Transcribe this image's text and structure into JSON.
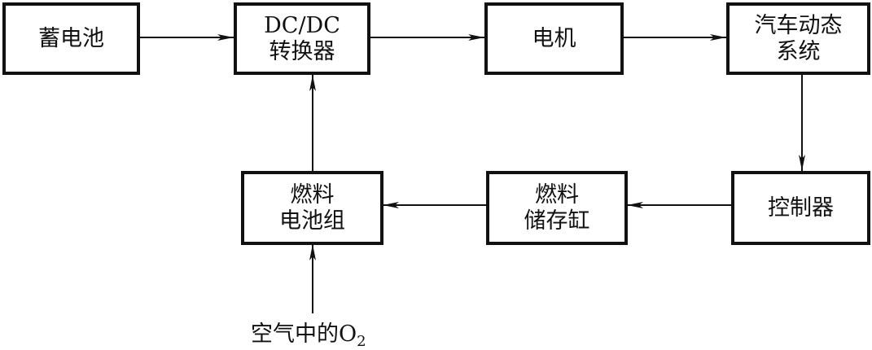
{
  "diagram": {
    "nodes": [
      {
        "id": "battery",
        "lines": [
          "蓄电池"
        ]
      },
      {
        "id": "dcdc",
        "lines": [
          "DC/DC",
          "转换器"
        ]
      },
      {
        "id": "motor",
        "lines": [
          "电机"
        ]
      },
      {
        "id": "vehicle",
        "lines": [
          "汽车动态",
          "系统"
        ]
      },
      {
        "id": "controller",
        "lines": [
          "控制器"
        ]
      },
      {
        "id": "fuel-tank",
        "lines": [
          "燃料",
          "储存缸"
        ]
      },
      {
        "id": "fuel-cell",
        "lines": [
          "燃料",
          "电池组"
        ]
      }
    ],
    "edges": [
      {
        "from": "battery",
        "to": "dcdc"
      },
      {
        "from": "dcdc",
        "to": "motor"
      },
      {
        "from": "motor",
        "to": "vehicle"
      },
      {
        "from": "vehicle",
        "to": "controller"
      },
      {
        "from": "controller",
        "to": "fuel-tank"
      },
      {
        "from": "fuel-tank",
        "to": "fuel-cell"
      },
      {
        "from": "fuel-cell",
        "to": "dcdc"
      },
      {
        "from": "air-o2",
        "to": "fuel-cell"
      }
    ],
    "input_label": {
      "text": "空气中的O",
      "subscript": "2"
    }
  }
}
